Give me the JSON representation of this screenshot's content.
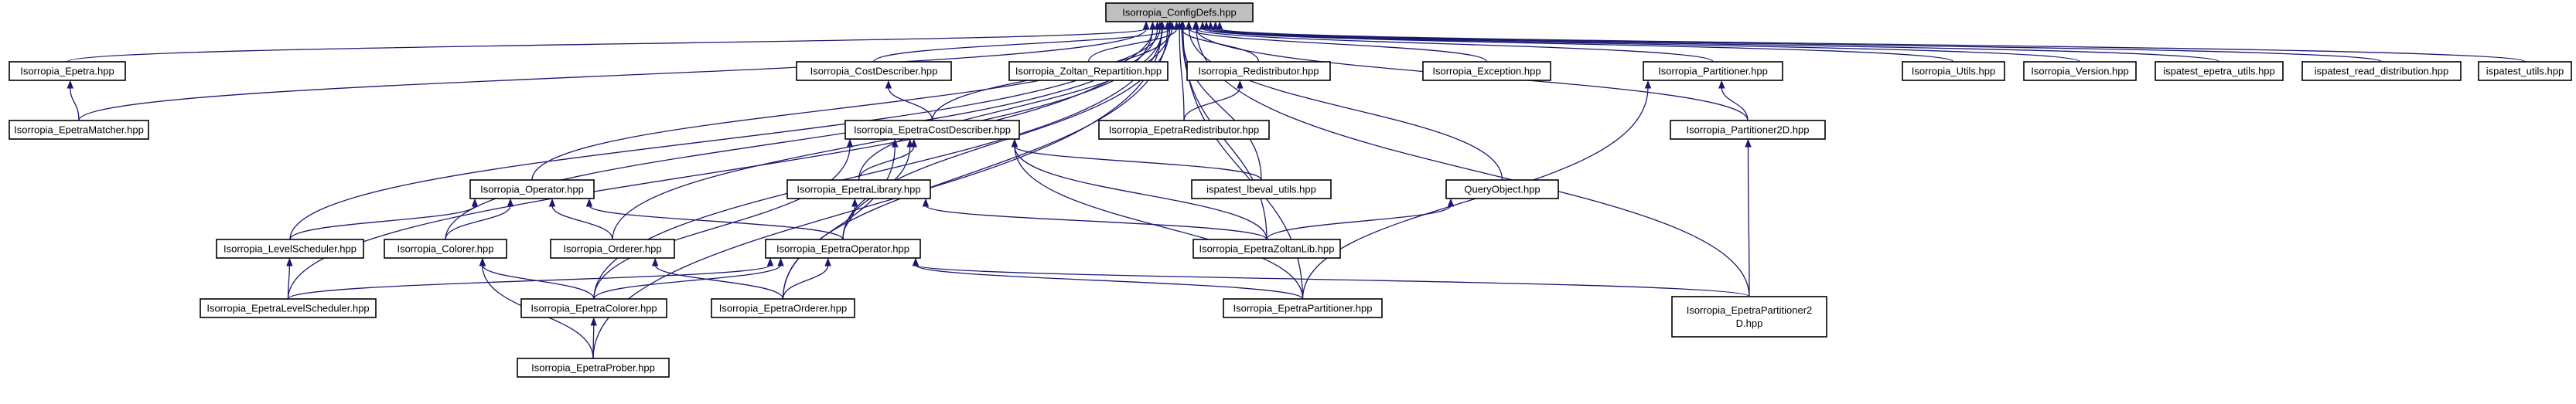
{
  "graph": {
    "root": "Isorropia_ConfigDefs.hpp",
    "nodes": {
      "configdefs": "Isorropia_ConfigDefs.hpp",
      "epetra": "Isorropia_Epetra.hpp",
      "epetramatcher": "Isorropia_EpetraMatcher.hpp",
      "costdescriber": "Isorropia_CostDescriber.hpp",
      "zoltanrep": "Isorropia_Zoltan_Repartition.hpp",
      "redistributor": "Isorropia_Redistributor.hpp",
      "epetraredistributor": "Isorropia_EpetraRedistributor.hpp",
      "exception": "Isorropia_Exception.hpp",
      "partitioner": "Isorropia_Partitioner.hpp",
      "partitioner2d": "Isorropia_Partitioner2D.hpp",
      "utils": "Isorropia_Utils.hpp",
      "version": "Isorropia_Version.hpp",
      "epetrautils": "ispatest_epetra_utils.hpp",
      "readdist": "ispatest_read_distribution.hpp",
      "ispautils": "ispatest_utils.hpp",
      "epetracostdescriber": "Isorropia_EpetraCostDescriber.hpp",
      "operator": "Isorropia_Operator.hpp",
      "epetralibrary": "Isorropia_EpetraLibrary.hpp",
      "lbeval": "ispatest_lbeval_utils.hpp",
      "queryobject": "QueryObject.hpp",
      "levelscheduler": "Isorropia_LevelScheduler.hpp",
      "colorer": "Isorropia_Colorer.hpp",
      "orderer": "Isorropia_Orderer.hpp",
      "epetraoperator": "Isorropia_EpetraOperator.hpp",
      "epetrazoltanlib": "Isorropia_EpetraZoltanLib.hpp",
      "epetralevelscheduler": "Isorropia_EpetraLevelScheduler.hpp",
      "epetracolorer": "Isorropia_EpetraColorer.hpp",
      "epetraorderer": "Isorropia_EpetraOrderer.hpp",
      "epetrapartitioner": "Isorropia_EpetraPartitioner.hpp",
      "epetrapartitioner2d": [
        "Isorropia_EpetraPartitioner2",
        "D.hpp"
      ],
      "epetraprober": "Isorropia_EpetraProber.hpp"
    },
    "edges": [
      [
        "epetra",
        "configdefs"
      ],
      [
        "epetramatcher",
        "configdefs"
      ],
      [
        "costdescriber",
        "configdefs"
      ],
      [
        "zoltanrep",
        "configdefs"
      ],
      [
        "redistributor",
        "configdefs"
      ],
      [
        "epetraredistributor",
        "configdefs"
      ],
      [
        "exception",
        "configdefs"
      ],
      [
        "partitioner",
        "configdefs"
      ],
      [
        "partitioner2d",
        "configdefs"
      ],
      [
        "utils",
        "configdefs"
      ],
      [
        "version",
        "configdefs"
      ],
      [
        "epetrautils",
        "configdefs"
      ],
      [
        "readdist",
        "configdefs"
      ],
      [
        "ispautils",
        "configdefs"
      ],
      [
        "epetracostdescriber",
        "configdefs"
      ],
      [
        "operator",
        "configdefs"
      ],
      [
        "epetralibrary",
        "configdefs"
      ],
      [
        "lbeval",
        "configdefs"
      ],
      [
        "queryobject",
        "configdefs"
      ],
      [
        "levelscheduler",
        "configdefs"
      ],
      [
        "colorer",
        "configdefs"
      ],
      [
        "orderer",
        "configdefs"
      ],
      [
        "epetraoperator",
        "configdefs"
      ],
      [
        "epetrazoltanlib",
        "configdefs"
      ],
      [
        "epetralevelscheduler",
        "configdefs"
      ],
      [
        "epetracolorer",
        "configdefs"
      ],
      [
        "epetraorderer",
        "configdefs"
      ],
      [
        "epetrapartitioner",
        "configdefs"
      ],
      [
        "epetrapartitioner2d",
        "configdefs"
      ],
      [
        "epetraprober",
        "configdefs"
      ],
      [
        "epetramatcher",
        "epetra"
      ],
      [
        "epetracostdescriber",
        "costdescriber"
      ],
      [
        "epetraredistributor",
        "redistributor"
      ],
      [
        "partitioner2d",
        "partitioner"
      ],
      [
        "epetrapartitioner",
        "partitioner"
      ],
      [
        "epetrapartitioner2d",
        "partitioner2d"
      ],
      [
        "epetralibrary",
        "epetracostdescriber"
      ],
      [
        "lbeval",
        "epetracostdescriber"
      ],
      [
        "epetraoperator",
        "epetracostdescriber"
      ],
      [
        "epetrazoltanlib",
        "epetracostdescriber"
      ],
      [
        "epetracolorer",
        "epetracostdescriber"
      ],
      [
        "epetraorderer",
        "epetracostdescriber"
      ],
      [
        "epetrapartitioner",
        "epetracostdescriber"
      ],
      [
        "levelscheduler",
        "operator"
      ],
      [
        "colorer",
        "operator"
      ],
      [
        "orderer",
        "operator"
      ],
      [
        "epetraoperator",
        "operator"
      ],
      [
        "epetraoperator",
        "epetralibrary"
      ],
      [
        "epetrazoltanlib",
        "epetralibrary"
      ],
      [
        "epetrazoltanlib",
        "queryobject"
      ],
      [
        "epetralevelscheduler",
        "levelscheduler"
      ],
      [
        "epetracolorer",
        "colorer"
      ],
      [
        "epetraprober",
        "colorer"
      ],
      [
        "epetraorderer",
        "orderer"
      ],
      [
        "epetralevelscheduler",
        "epetraoperator"
      ],
      [
        "epetracolorer",
        "epetraoperator"
      ],
      [
        "epetraorderer",
        "epetraoperator"
      ],
      [
        "epetrapartitioner",
        "epetraoperator"
      ],
      [
        "epetrapartitioner2d",
        "epetraoperator"
      ],
      [
        "epetraprober",
        "epetracolorer"
      ]
    ],
    "colors": {
      "edge": "#191970",
      "node_border": "#000000",
      "root_fill": "#bfbfbf",
      "node_fill": "#ffffff"
    }
  }
}
